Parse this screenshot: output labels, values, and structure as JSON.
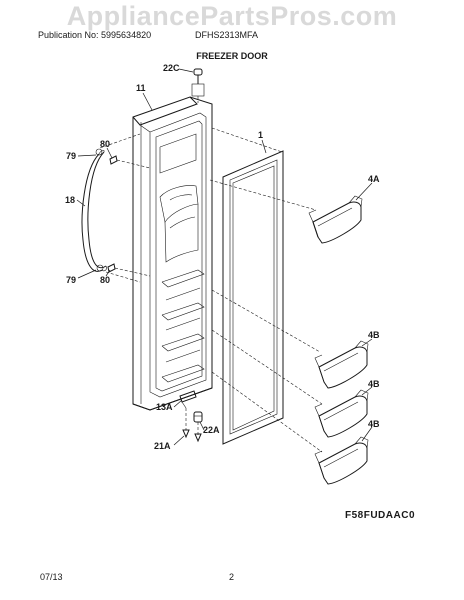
{
  "header": {
    "watermark": "AppliancePartsPros.com",
    "publication_no": "Publication No: 5995634820",
    "model": "DFHS2313MFA"
  },
  "section_title": "FREEZER DOOR",
  "diagram_code": "F58FUDAAC0",
  "footer": {
    "date": "07/13",
    "page": "2"
  },
  "callouts": {
    "c22C": "22C",
    "c11": "11",
    "c1": "1",
    "c79_top": "79",
    "c80_top": "80",
    "c18": "18",
    "c79_bottom": "79",
    "c80_bottom": "80",
    "c4A": "4A",
    "c4B_1": "4B",
    "c4B_2": "4B",
    "c4B_3": "4B",
    "c13A": "13A",
    "c22A": "22A",
    "c21A": "21A"
  }
}
